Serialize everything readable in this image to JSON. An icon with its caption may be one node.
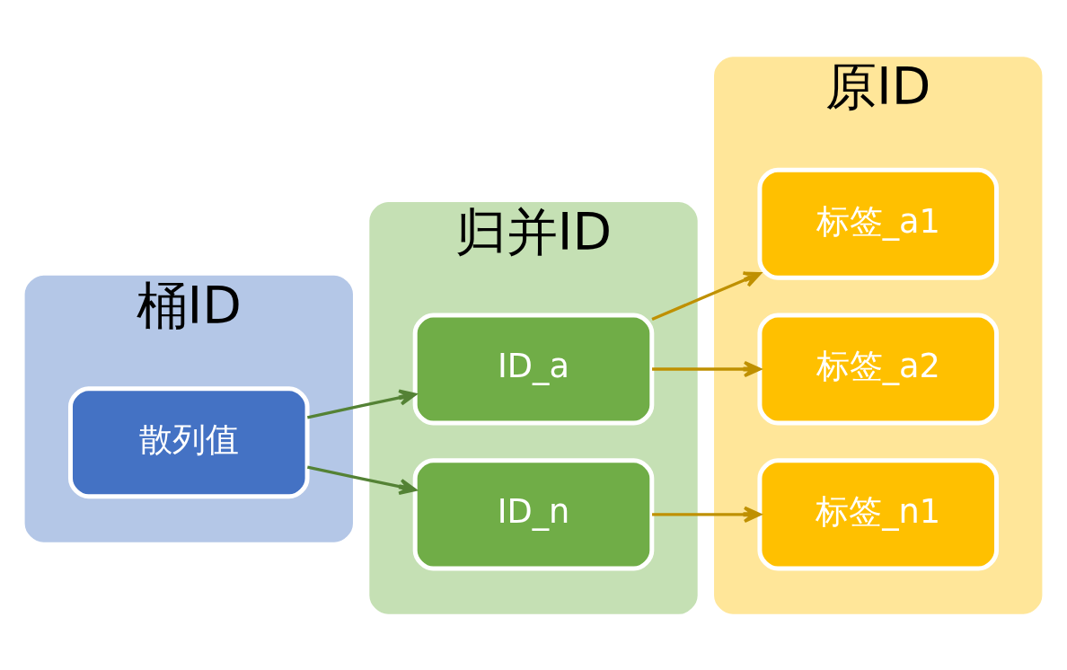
{
  "diagram": {
    "nodes": [
      {
        "text": [
          "桶ID"
        ]
      },
      {
        "text": [
          "散列值"
        ],
        "in": 0
      },
      {
        "text": [
          "归并ID"
        ]
      },
      {
        "text": [
          "ID_a"
        ],
        "in": 2
      },
      {
        "text": [
          "ID_n"
        ],
        "in": 2
      },
      {
        "text": [
          "原ID"
        ]
      },
      {
        "text": [
          "标签_a1"
        ],
        "in": 5
      },
      {
        "text": [
          "标签_a2"
        ],
        "in": 5
      },
      {
        "text": [
          "标签_n1"
        ],
        "in": 5
      }
    ],
    "edges": [
      {
        "from": 1,
        "to": 3,
        "arrow": "to",
        "color": "#548235"
      },
      {
        "from": 1,
        "to": 4,
        "arrow": "to",
        "color": "#548235"
      },
      {
        "from": 3,
        "to": 6,
        "arrow": "to"
      },
      {
        "from": 3,
        "to": 7,
        "arrow": "to"
      },
      {
        "from": 4,
        "to": 8,
        "arrow": "to"
      }
    ]
  }
}
